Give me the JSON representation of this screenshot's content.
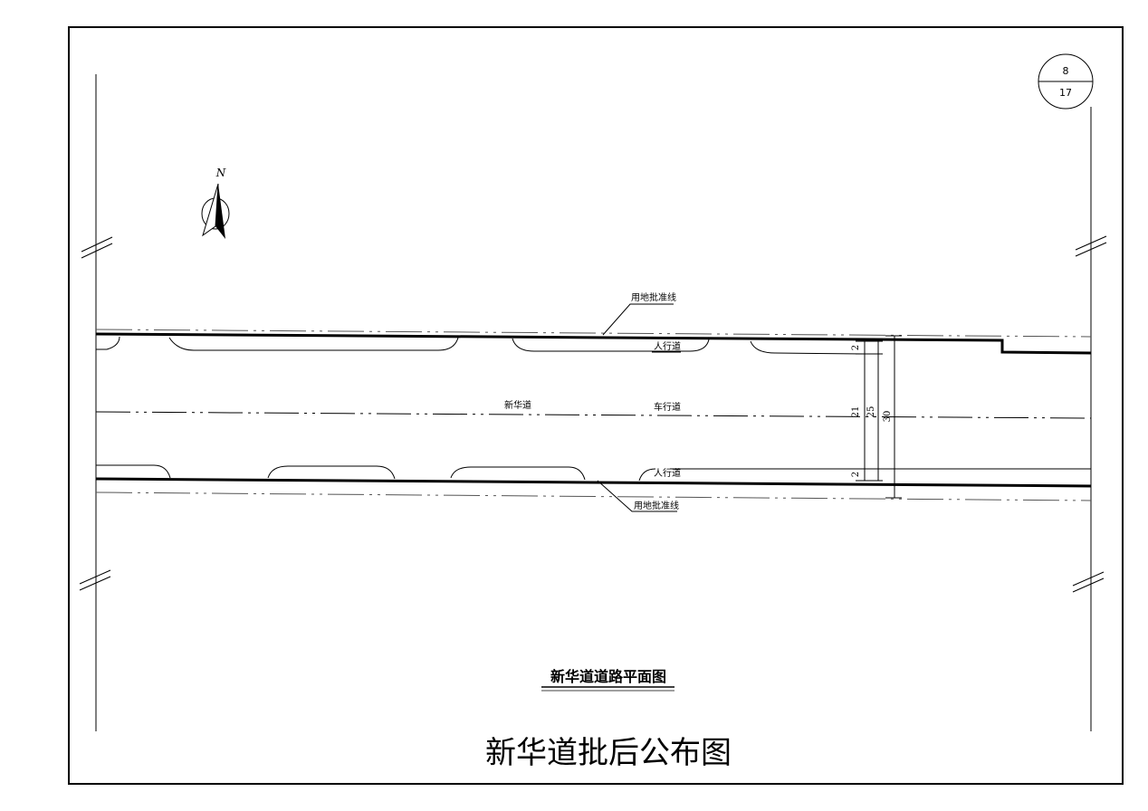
{
  "sheet": {
    "number": "8",
    "total": "17"
  },
  "north": {
    "label": "N"
  },
  "labels": {
    "boundary_top": "用地批准线",
    "boundary_bottom": "用地批准线",
    "sidewalk_top": "人行道",
    "sidewalk_bottom": "人行道",
    "road_name": "新华道",
    "carriageway": "车行道"
  },
  "dimensions": {
    "sidewalk_top": "2",
    "carriageway": "21",
    "sidewalk_bottom": "2",
    "road_width": "25",
    "boundary_width": "30"
  },
  "plan_title": "新华道道路平面图",
  "main_title": "新华道批后公布图"
}
